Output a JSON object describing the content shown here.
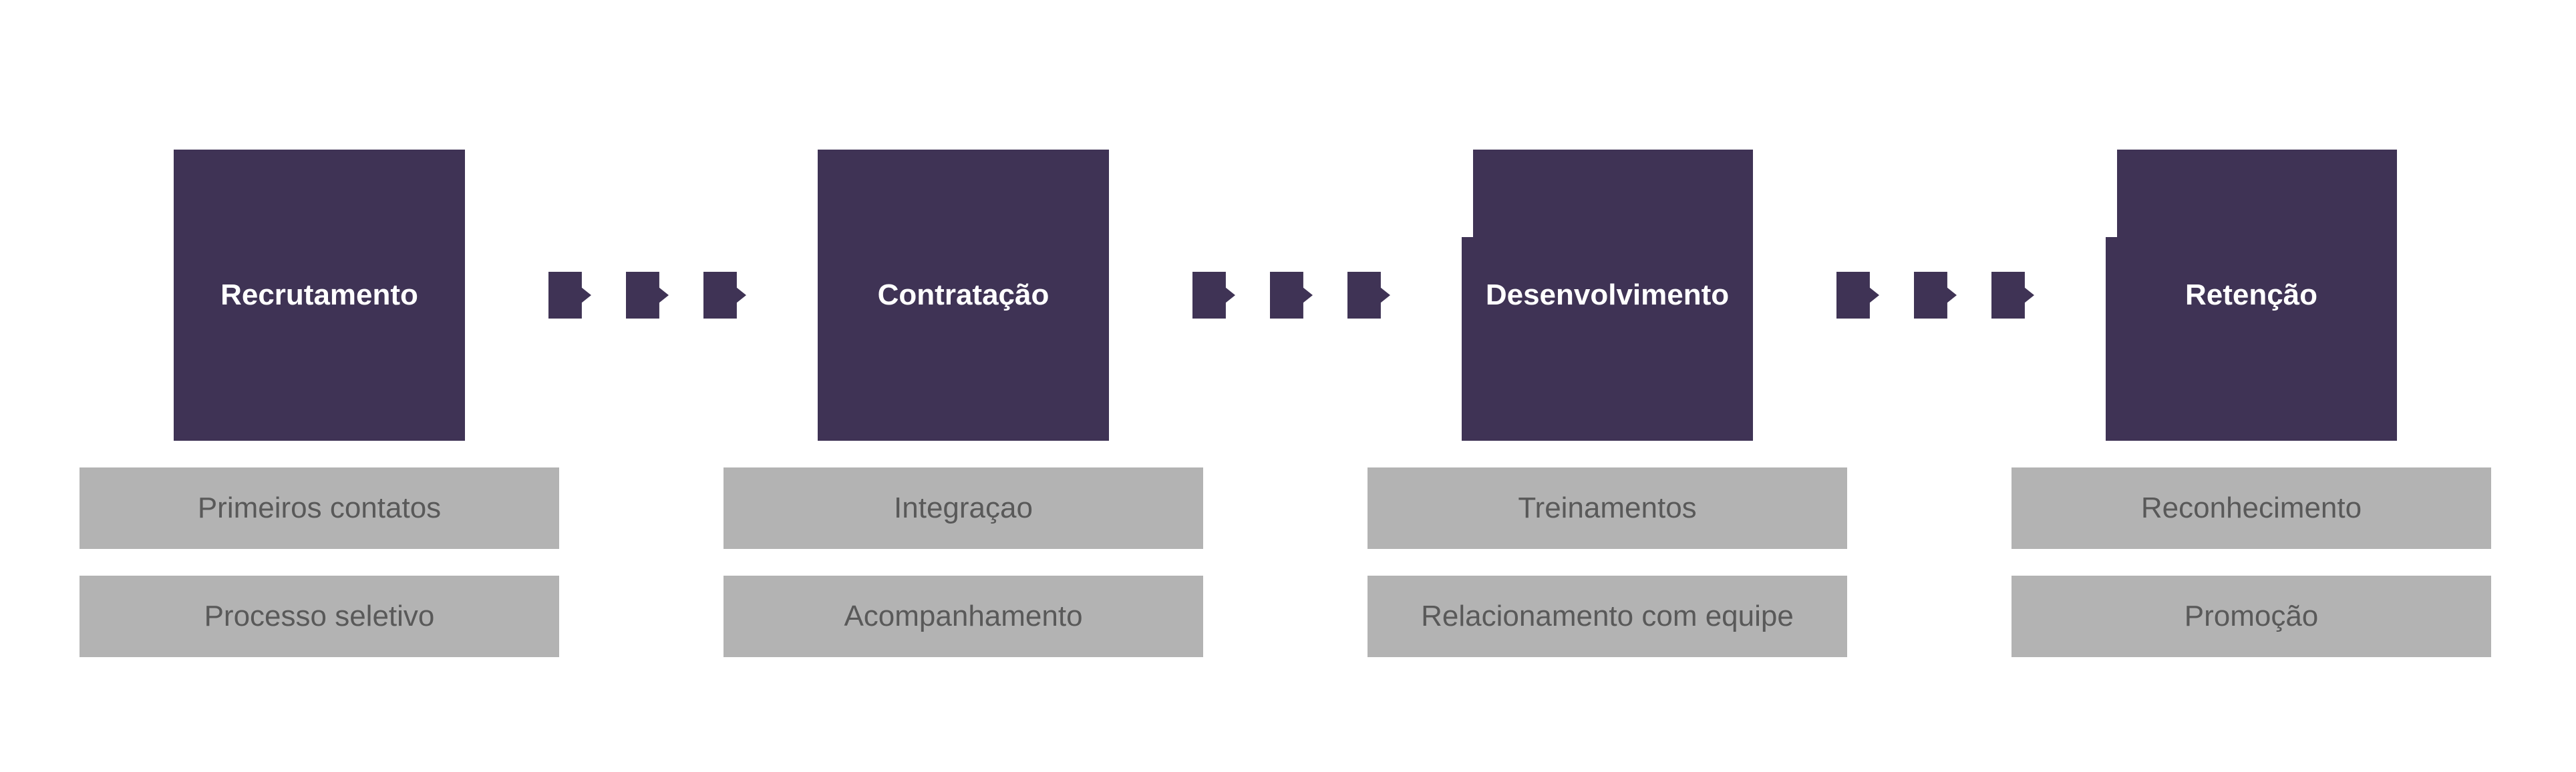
{
  "diagram": {
    "kind": "process-flow",
    "colors": {
      "stage_box": "#3F3355",
      "stage_text": "#FFFFFF",
      "substep_bg": "#B3B3B3",
      "substep_text": "#595959",
      "background": "#FFFFFF"
    },
    "stages": [
      {
        "title": "Recrutamento",
        "substeps": [
          "Primeiros contatos",
          "Processo seletivo"
        ]
      },
      {
        "title": "Contratação",
        "substeps": [
          "Integraçao",
          "Acompanhamento"
        ]
      },
      {
        "title": "Desenvolvimento",
        "substeps": [
          "Treinamentos",
          "Relacionamento com equipe"
        ]
      },
      {
        "title": "Retenção",
        "substeps": [
          "Reconhecimento",
          "Promoção"
        ]
      }
    ],
    "connectors": [
      {
        "from": "Recrutamento",
        "to": "Contratação",
        "dash_count": 3
      },
      {
        "from": "Contratação",
        "to": "Desenvolvimento",
        "dash_count": 3
      },
      {
        "from": "Desenvolvimento",
        "to": "Retenção",
        "dash_count": 3
      }
    ]
  }
}
